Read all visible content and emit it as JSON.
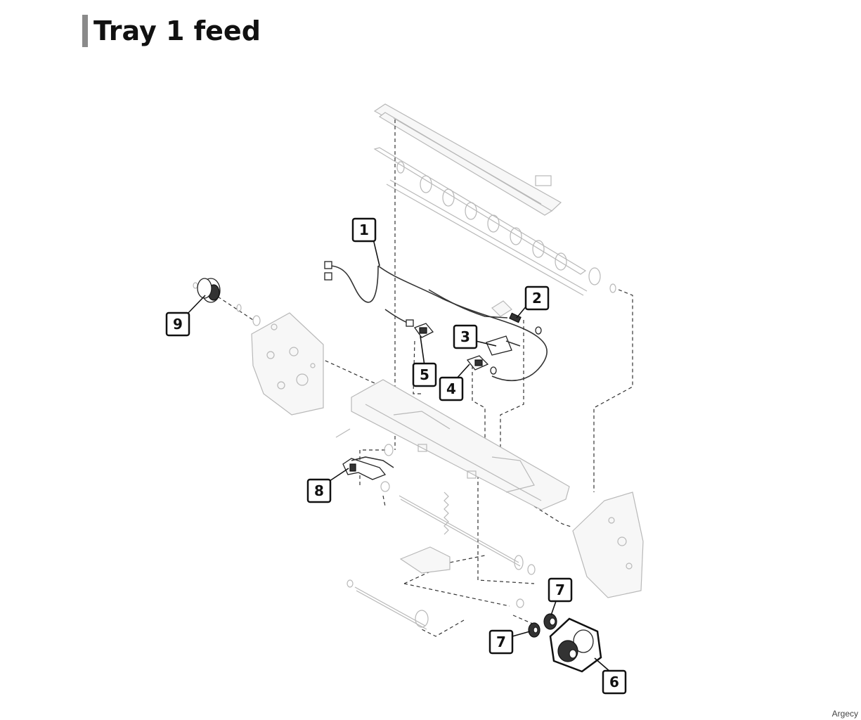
{
  "header": {
    "title": "Tray 1 feed"
  },
  "watermark": "Argecy",
  "callouts": [
    {
      "id": "c1",
      "label": "1"
    },
    {
      "id": "c2",
      "label": "2"
    },
    {
      "id": "c3",
      "label": "3"
    },
    {
      "id": "c4",
      "label": "4"
    },
    {
      "id": "c5",
      "label": "5"
    },
    {
      "id": "c6",
      "label": "6"
    },
    {
      "id": "c7a",
      "label": "7"
    },
    {
      "id": "c7b",
      "label": "7"
    },
    {
      "id": "c8",
      "label": "8"
    },
    {
      "id": "c9",
      "label": "9"
    }
  ]
}
